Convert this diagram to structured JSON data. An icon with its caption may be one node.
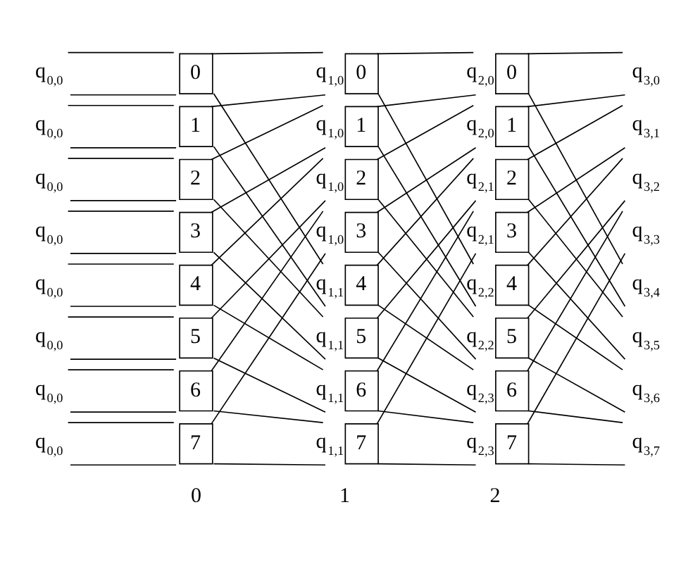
{
  "diagram": {
    "nodes": [
      {
        "text": [
          "q$_{0,0}$"
        ]
      },
      {
        "text": [
          "q$_{0,0}$"
        ]
      },
      {
        "text": [
          "q$_{0,0}$"
        ]
      },
      {
        "text": [
          "q$_{0,0}$"
        ]
      },
      {
        "text": [
          "q$_{0,0}$"
        ]
      },
      {
        "text": [
          "q$_{0,0}$"
        ]
      },
      {
        "text": [
          "q$_{0,0}$"
        ]
      },
      {
        "text": [
          "q$_{0,0}$"
        ]
      },
      {
        "text": [
          "0"
        ]
      },
      {
        "text": [
          "1"
        ]
      },
      {
        "text": [
          "2"
        ]
      },
      {
        "text": [
          "3"
        ]
      },
      {
        "text": [
          "4"
        ]
      },
      {
        "text": [
          "5"
        ]
      },
      {
        "text": [
          "6"
        ]
      },
      {
        "text": [
          "7"
        ]
      },
      {
        "text": [
          "0"
        ],
        "beside": [
          "q$_{1,0}$"
        ]
      },
      {
        "text": [
          "1"
        ],
        "beside": [
          "q$_{1,0}$"
        ]
      },
      {
        "text": [
          "2"
        ],
        "beside": [
          "q$_{1,0}$"
        ]
      },
      {
        "text": [
          "3"
        ],
        "beside": [
          "q$_{1,0}$"
        ]
      },
      {
        "text": [
          "4"
        ],
        "beside": [
          "q$_{1,1}$"
        ]
      },
      {
        "text": [
          "5"
        ],
        "beside": [
          "q$_{1,1}$"
        ]
      },
      {
        "text": [
          "6"
        ],
        "beside": [
          "q$_{1,1}$"
        ]
      },
      {
        "text": [
          "7"
        ],
        "beside": [
          "q$_{1,1}$"
        ]
      },
      {
        "text": [
          "0"
        ],
        "beside": [
          "q$_{2,0}$"
        ]
      },
      {
        "text": [
          "1"
        ],
        "beside": [
          "q$_{2,0}$"
        ]
      },
      {
        "text": [
          "2"
        ],
        "beside": [
          "q$_{2,1}$"
        ]
      },
      {
        "text": [
          "3"
        ],
        "beside": [
          "q$_{2,1}$"
        ]
      },
      {
        "text": [
          "4"
        ],
        "beside": [
          "q$_{2,2}$"
        ]
      },
      {
        "text": [
          "5"
        ],
        "beside": [
          "q$_{2,2}$"
        ]
      },
      {
        "text": [
          "6"
        ],
        "beside": [
          "q$_{2,3}$"
        ]
      },
      {
        "text": [
          "7"
        ],
        "beside": [
          "q$_{2,3}$"
        ]
      },
      {
        "text": [
          "q$_{3,0}$"
        ]
      },
      {
        "text": [
          "q$_{3,1}$"
        ]
      },
      {
        "text": [
          "q$_{3,2}$"
        ]
      },
      {
        "text": [
          "q$_{3,3}$"
        ]
      },
      {
        "text": [
          "q$_{3,4}$"
        ]
      },
      {
        "text": [
          "q$_{3,5}$"
        ]
      },
      {
        "text": [
          "q$_{3,6}$"
        ]
      },
      {
        "text": [
          "q$_{3,7}$"
        ]
      }
    ],
    "edges": [
      {
        "from": 0,
        "to": 8,
        "arrow": "none"
      },
      {
        "from": 0,
        "to": 8,
        "arrow": "none"
      },
      {
        "from": 1,
        "to": 9,
        "arrow": "none"
      },
      {
        "from": 1,
        "to": 9,
        "arrow": "none"
      },
      {
        "from": 2,
        "to": 10,
        "arrow": "none"
      },
      {
        "from": 2,
        "to": 10,
        "arrow": "none"
      },
      {
        "from": 3,
        "to": 11,
        "arrow": "none"
      },
      {
        "from": 3,
        "to": 11,
        "arrow": "none"
      },
      {
        "from": 4,
        "to": 12,
        "arrow": "none"
      },
      {
        "from": 4,
        "to": 12,
        "arrow": "none"
      },
      {
        "from": 5,
        "to": 13,
        "arrow": "none"
      },
      {
        "from": 5,
        "to": 13,
        "arrow": "none"
      },
      {
        "from": 6,
        "to": 14,
        "arrow": "none"
      },
      {
        "from": 6,
        "to": 14,
        "arrow": "none"
      },
      {
        "from": 7,
        "to": 15,
        "arrow": "none"
      },
      {
        "from": 7,
        "to": 15,
        "arrow": "none"
      },
      {
        "from": 8,
        "to": 16,
        "arrow": "none"
      },
      {
        "from": 8,
        "to": 20,
        "arrow": "none"
      },
      {
        "from": 9,
        "to": 16,
        "arrow": "none"
      },
      {
        "from": 9,
        "to": 20,
        "arrow": "none"
      },
      {
        "from": 10,
        "to": 17,
        "arrow": "none"
      },
      {
        "from": 10,
        "to": 21,
        "arrow": "none"
      },
      {
        "from": 11,
        "to": 17,
        "arrow": "none"
      },
      {
        "from": 11,
        "to": 21,
        "arrow": "none"
      },
      {
        "from": 12,
        "to": 18,
        "arrow": "none"
      },
      {
        "from": 12,
        "to": 22,
        "arrow": "none"
      },
      {
        "from": 13,
        "to": 18,
        "arrow": "none"
      },
      {
        "from": 13,
        "to": 22,
        "arrow": "none"
      },
      {
        "from": 14,
        "to": 19,
        "arrow": "none"
      },
      {
        "from": 14,
        "to": 23,
        "arrow": "none"
      },
      {
        "from": 15,
        "to": 19,
        "arrow": "none"
      },
      {
        "from": 15,
        "to": 23,
        "arrow": "none"
      },
      {
        "from": 16,
        "to": 24,
        "arrow": "none"
      },
      {
        "from": 16,
        "to": 28,
        "arrow": "none"
      },
      {
        "from": 17,
        "to": 24,
        "arrow": "none"
      },
      {
        "from": 17,
        "to": 28,
        "arrow": "none"
      },
      {
        "from": 18,
        "to": 25,
        "arrow": "none"
      },
      {
        "from": 18,
        "to": 29,
        "arrow": "none"
      },
      {
        "from": 19,
        "to": 25,
        "arrow": "none"
      },
      {
        "from": 19,
        "to": 29,
        "arrow": "none"
      },
      {
        "from": 20,
        "to": 26,
        "arrow": "none"
      },
      {
        "from": 20,
        "to": 30,
        "arrow": "none"
      },
      {
        "from": 21,
        "to": 26,
        "arrow": "none"
      },
      {
        "from": 21,
        "to": 30,
        "arrow": "none"
      },
      {
        "from": 22,
        "to": 27,
        "arrow": "none"
      },
      {
        "from": 22,
        "to": 31,
        "arrow": "none"
      },
      {
        "from": 23,
        "to": 27,
        "arrow": "none"
      },
      {
        "from": 23,
        "to": 31,
        "arrow": "none"
      },
      {
        "from": 24,
        "to": 32,
        "arrow": "none"
      },
      {
        "from": 24,
        "to": 36,
        "arrow": "none"
      },
      {
        "from": 25,
        "to": 32,
        "arrow": "none"
      },
      {
        "from": 25,
        "to": 36,
        "arrow": "none"
      },
      {
        "from": 26,
        "to": 33,
        "arrow": "none"
      },
      {
        "from": 26,
        "to": 37,
        "arrow": "none"
      },
      {
        "from": 27,
        "to": 33,
        "arrow": "none"
      },
      {
        "from": 27,
        "to": 37,
        "arrow": "none"
      },
      {
        "from": 28,
        "to": 34,
        "arrow": "none"
      },
      {
        "from": 28,
        "to": 38,
        "arrow": "none"
      },
      {
        "from": 29,
        "to": 34,
        "arrow": "none"
      },
      {
        "from": 29,
        "to": 38,
        "arrow": "none"
      },
      {
        "from": 30,
        "to": 35,
        "arrow": "none"
      },
      {
        "from": 30,
        "to": 39,
        "arrow": "none"
      },
      {
        "from": 31,
        "to": 35,
        "arrow": "none"
      },
      {
        "from": 31,
        "to": 39,
        "arrow": "none"
      }
    ],
    "labels": [
      "0",
      "1",
      "2"
    ]
  }
}
